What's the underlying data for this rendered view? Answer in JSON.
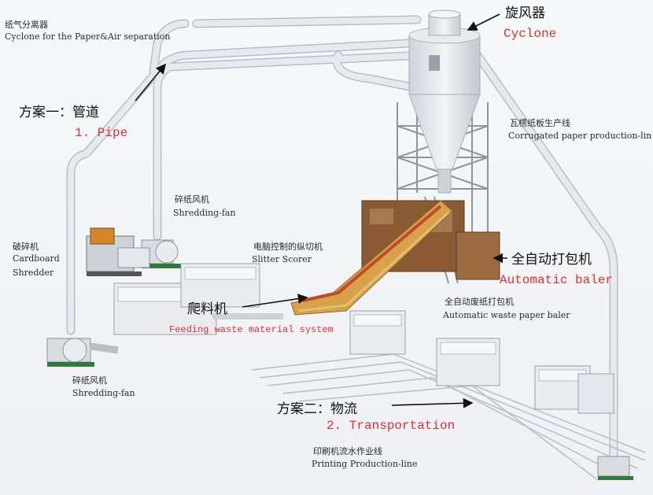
{
  "labels": {
    "cyclone_sep_zh": "纸气分离器",
    "cyclone_sep_en": "Cyclone for the Paper&Air separation",
    "plan1_zh": "方案一：管道",
    "plan1_en": "1. Pipe",
    "cyclone_zh": "旋风器",
    "cyclone_en": "Cyclone",
    "corrugated_zh": "瓦楞纸板生产线",
    "corrugated_en": "Corrugated paper production-lin",
    "shredfan_top_zh": "碎纸风机",
    "shredfan_top_en": "Shredding-fan",
    "cardboard_zh": "破碎机",
    "cardboard_en1": "Cardboard",
    "cardboard_en2": "Shredder",
    "slitter_zh": "电脑控制的纵切机",
    "slitter_en": "Slitter Scorer",
    "auto_baler_zh": "全自动打包机",
    "auto_baler_en": "Automatic baler",
    "feeding_zh": "爬料机",
    "feeding_en": "Feeding waste material system",
    "waste_baler_zh": "全自动废纸打包机",
    "waste_baler_en": "Automatic waste paper baler",
    "shredfan_bot_zh": "碎纸风机",
    "shredfan_bot_en": "Shredding-fan",
    "plan2_zh": "方案二：物流",
    "plan2_en": "2. Transportation",
    "printing_zh": "印刷机流水作业线",
    "printing_en": "Printing Production-line"
  },
  "colors": {
    "pipe": "#dfe3e8",
    "pipe_edge": "#b9bec6",
    "machine": "#e9ebee",
    "accent_red": "#e03030",
    "baler_brown": "#7a4a2a",
    "fan_green": "#2f7a3a"
  }
}
